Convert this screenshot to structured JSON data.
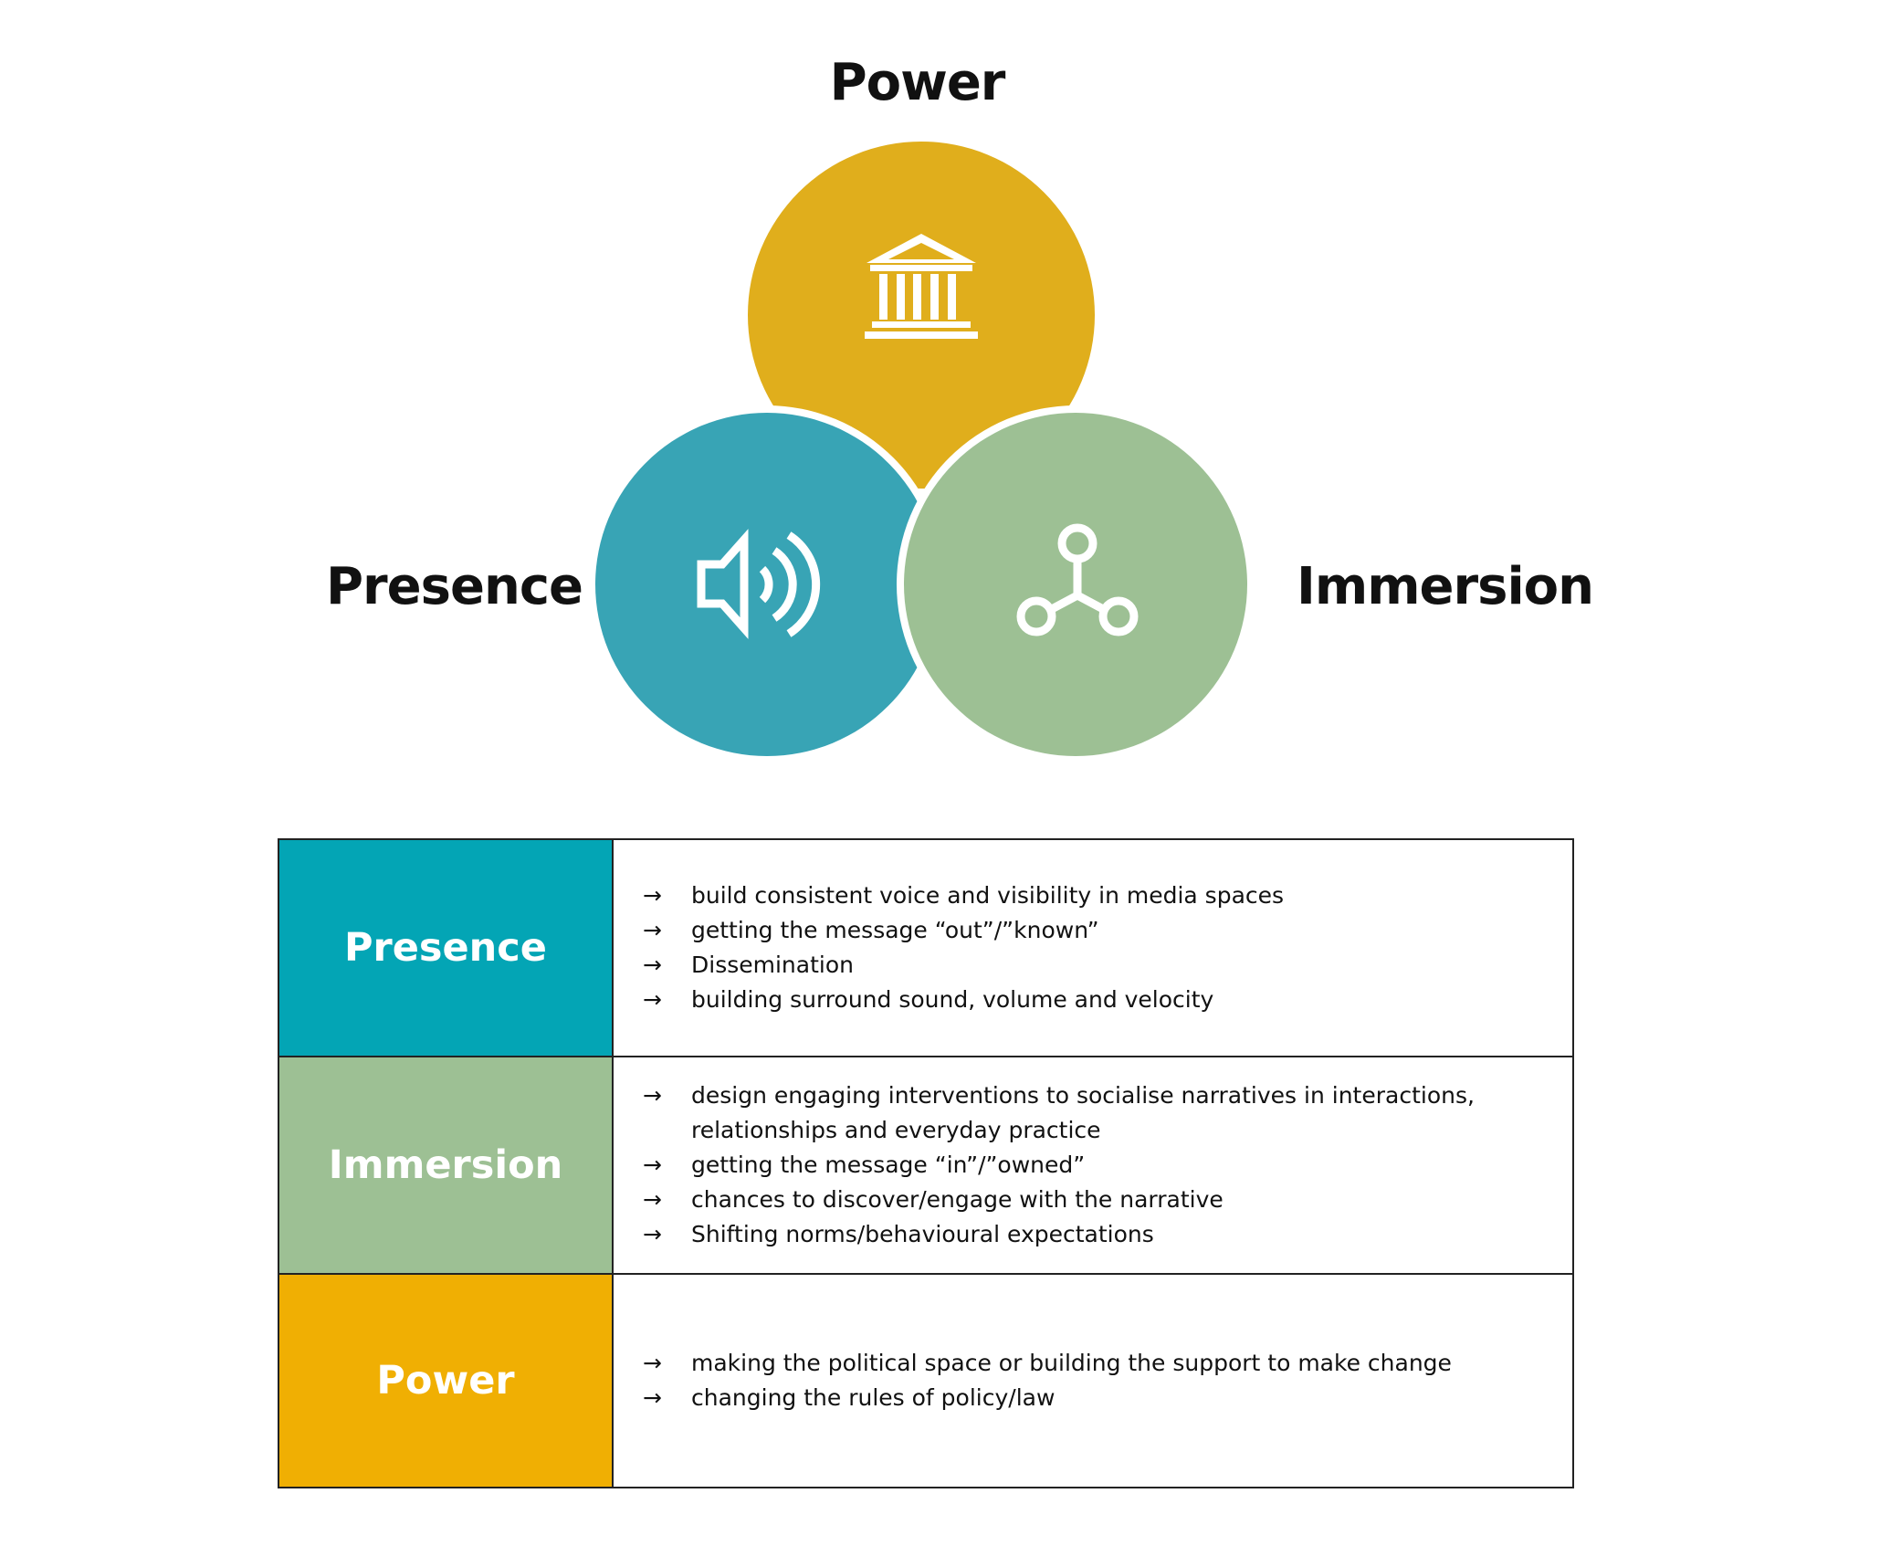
{
  "diagram": {
    "labels": {
      "power": "Power",
      "presence": "Presence",
      "immersion": "Immersion"
    },
    "circles": [
      {
        "id": "power",
        "color": "#E0AE1C",
        "icon": "bank-icon"
      },
      {
        "id": "presence",
        "color": "#38A4B5",
        "icon": "speaker-icon"
      },
      {
        "id": "immersion",
        "color": "#9DC094",
        "icon": "network-nodes-icon"
      }
    ]
  },
  "table": {
    "rows": [
      {
        "label": "Presence",
        "color": "#03A5B5",
        "bullets": [
          {
            "arrow": "→",
            "text": "build consistent voice and visibility in media spaces"
          },
          {
            "arrow": "→",
            "text": "getting the message “out”/”known”"
          },
          {
            "arrow": "→",
            "text": "Dissemination"
          },
          {
            "arrow": "→",
            "text": "building surround sound, volume and velocity"
          }
        ]
      },
      {
        "label": "Immersion",
        "color": "#9DC094",
        "bullets": [
          {
            "arrow": "→",
            "text": "design engaging interventions to socialise narratives in interactions, relationships and everyday practice"
          },
          {
            "arrow": "→",
            "text": "getting the message “in”/”owned”"
          },
          {
            "arrow": "→",
            "text": "chances to discover/engage with the narrative"
          },
          {
            "arrow": "→",
            "text": "Shifting norms/behavioural expectations"
          }
        ]
      },
      {
        "label": "Power",
        "color": "#F0AF03",
        "bullets": [
          {
            "arrow": "→",
            "text": "making the political space or building the support to make change"
          },
          {
            "arrow": "→",
            "text": "changing the rules of policy/law"
          }
        ]
      }
    ]
  }
}
